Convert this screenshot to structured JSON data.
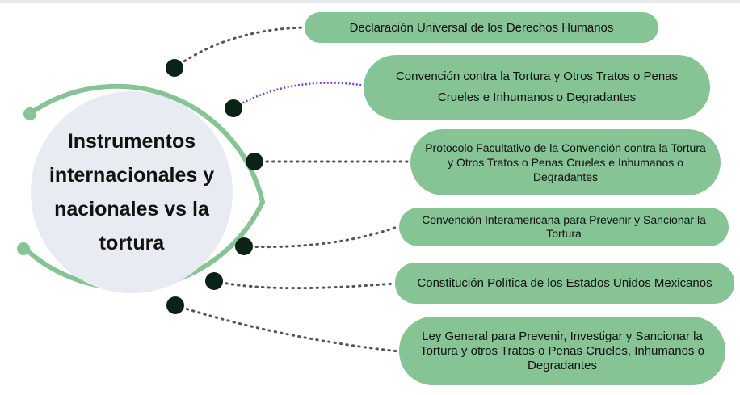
{
  "diagram": {
    "center_title": "Instrumentos internacionales y nacionales vs la tortura",
    "items": [
      {
        "label": "Declaración Universal de los Derechos Humanos"
      },
      {
        "label": "Convención contra la Tortura y Otros Tratos o Penas Crueles e Inhumanos o Degradantes"
      },
      {
        "label": "Protocolo Facultativo de la Convención contra la Tortura y Otros Tratos o Penas Crueles e Inhumanos o Degradantes"
      },
      {
        "label": "Convención Interamericana para Prevenir y Sancionar la Tortura"
      },
      {
        "label": "Constitución Política de los Estados Unidos Mexicanos"
      },
      {
        "label": "Ley General para Prevenir, Investigar y Sancionar la Tortura y otros Tratos o Penas Crueles, Inhumanos o Degradantes"
      }
    ]
  },
  "colors": {
    "ring": "#86c395",
    "pill": "#86c395",
    "node": "#0b2217",
    "dotted": "#555555",
    "highlight": "#7a3fd6"
  }
}
